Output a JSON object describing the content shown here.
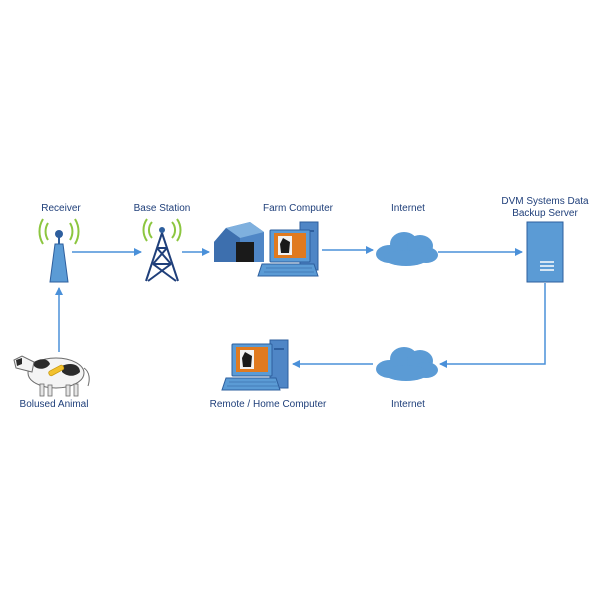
{
  "nodes": {
    "receiver": "Receiver",
    "base_station": "Base Station",
    "farm_computer": "Farm Computer",
    "internet_top": "Internet",
    "server_line1": "DVM Systems Data",
    "server_line2": "Backup Server",
    "bolused_animal": "Bolused Animal",
    "internet_bottom": "Internet",
    "remote_computer": "Remote / Home  Computer"
  },
  "colors": {
    "arrow": "#4a90d9",
    "device": "#5b9bd5",
    "device_dark": "#2e5f9e",
    "signal": "#8cc63f",
    "barn": "#4f86c6",
    "label": "#1f3f7a"
  }
}
